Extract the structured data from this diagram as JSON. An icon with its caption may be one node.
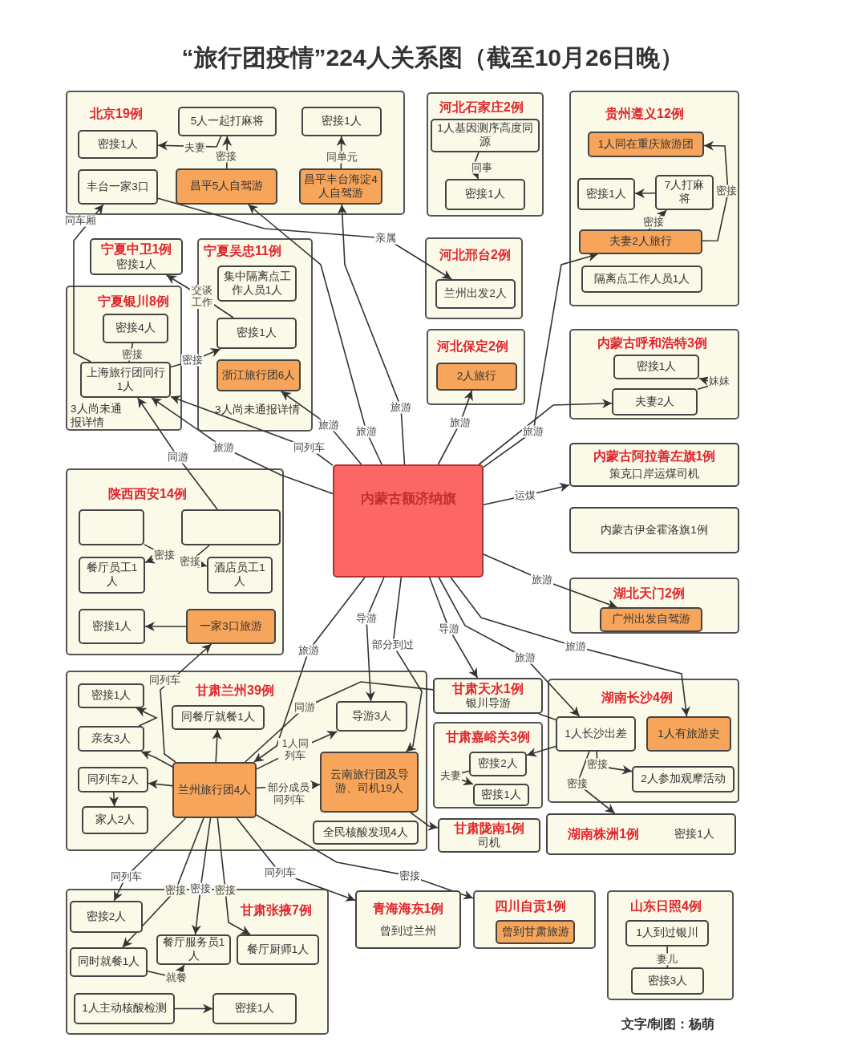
{
  "diagram": {
    "title": "“旅行团疫情”224人关系图（截至10月26日晚）",
    "nodes": [
      {
        "text": [
          "北京19例"
        ]
      },
      {
        "text": [
          "5人一起打麻将"
        ],
        "in": 0
      },
      {
        "text": [
          "密接1人"
        ],
        "in": 0
      },
      {
        "text": [
          "密接1人"
        ],
        "in": 0
      },
      {
        "text": [
          "丰台一家3口"
        ],
        "in": 0
      },
      {
        "text": [
          "昌平5人自驾游"
        ],
        "in": 0
      },
      {
        "text": [
          "昌平丰台海淀4人自驾游"
        ],
        "in": 0
      },
      {
        "text": [
          "河北石家庄2例"
        ]
      },
      {
        "text": [
          "1人基因测序高度同源"
        ],
        "in": 7
      },
      {
        "text": [
          "密接1人"
        ],
        "in": 7
      },
      {
        "text": [
          "贵州遵义12例"
        ]
      },
      {
        "text": [
          "1人同在重庆旅游团"
        ],
        "in": 10
      },
      {
        "text": [
          "密接1人"
        ],
        "in": 10
      },
      {
        "text": [
          "7人打麻将"
        ],
        "in": 10
      },
      {
        "text": [
          "夫妻2人旅行"
        ],
        "in": 10
      },
      {
        "text": [
          "隔离点工作人员1人"
        ],
        "in": 10
      },
      {
        "text": [
          "宁夏中卫1例",
          "密接1人"
        ]
      },
      {
        "text": [
          "宁夏吴忠11例",
          "3人尚未通报详情"
        ]
      },
      {
        "text": [
          "集中隔离点工作人员1人"
        ],
        "in": 17
      },
      {
        "text": [
          "密接1人"
        ],
        "in": 17
      },
      {
        "text": [
          "浙江旅行团6人"
        ],
        "in": 17
      },
      {
        "text": [
          "宁夏银川8例",
          "3人尚未通报详情"
        ]
      },
      {
        "text": [
          "密接4人"
        ],
        "in": 21
      },
      {
        "text": [
          "上海旅行团同行1人"
        ],
        "in": 21
      },
      {
        "text": [
          "河北邢台2例"
        ]
      },
      {
        "text": [
          "兰州出发2人"
        ],
        "in": 24
      },
      {
        "text": [
          "河北保定2例"
        ]
      },
      {
        "text": [
          "2人旅行"
        ],
        "in": 26
      },
      {
        "text": [
          "内蒙古呼和浩特3例"
        ]
      },
      {
        "text": [
          "密接1人"
        ],
        "in": 28
      },
      {
        "text": [
          "夫妻2人"
        ],
        "in": 28
      },
      {
        "text": [
          "内蒙古额济纳旗"
        ]
      },
      {
        "text": [
          "内蒙古阿拉善左旗1例",
          "策克口岸运煤司机"
        ]
      },
      {
        "text": [
          "内蒙古伊金霍洛旗1例"
        ]
      },
      {
        "text": [
          "陕西西安14例"
        ]
      },
      {
        "text": [],
        "shape": "box",
        "in": 34
      },
      {
        "text": [],
        "shape": "box",
        "in": 34
      },
      {
        "text": [
          "餐厅员工1人"
        ],
        "in": 34
      },
      {
        "text": [
          "酒店员工1人"
        ],
        "in": 34
      },
      {
        "text": [
          "密接1人"
        ],
        "in": 34
      },
      {
        "text": [
          "一家3口旅游"
        ],
        "in": 34
      },
      {
        "text": [
          "湖北天门2例"
        ]
      },
      {
        "text": [
          "广州出发自驾游"
        ],
        "in": 41
      },
      {
        "text": [
          "甘肃兰州39例"
        ]
      },
      {
        "text": [
          "密接1人"
        ],
        "in": 43
      },
      {
        "text": [
          "同餐厅就餐1人"
        ],
        "in": 43
      },
      {
        "text": [
          "亲友3人"
        ],
        "in": 43
      },
      {
        "text": [
          "导游3人"
        ],
        "in": 43
      },
      {
        "text": [
          "同列车2人"
        ],
        "in": 43
      },
      {
        "text": [
          "兰州旅行团4人"
        ],
        "in": 43
      },
      {
        "text": [
          "云南旅行团及导游、司机19人"
        ],
        "in": 43
      },
      {
        "text": [
          "家人2人"
        ],
        "in": 43
      },
      {
        "text": [
          "全民核酸发现4人"
        ],
        "in": 43
      },
      {
        "text": [
          "甘肃天水1例",
          "银川导游"
        ]
      },
      {
        "text": [
          "甘肃嘉峪关3例"
        ]
      },
      {
        "text": [
          "密接2人"
        ],
        "in": 54
      },
      {
        "text": [
          "密接1人"
        ],
        "in": 54
      },
      {
        "text": [
          "湖南长沙4例"
        ]
      },
      {
        "text": [
          "1人长沙出差"
        ],
        "in": 57
      },
      {
        "text": [
          "1人有旅游史"
        ],
        "in": 57
      },
      {
        "text": [
          "2人参加观摩活动"
        ],
        "in": 57
      },
      {
        "text": [
          "甘肃陇南1例",
          "司机"
        ]
      },
      {
        "text": [
          "湖南株洲1例",
          "密接1人"
        ]
      },
      {
        "text": [
          "甘肃张掖7例"
        ]
      },
      {
        "text": [
          "密接2人"
        ],
        "in": 63
      },
      {
        "text": [
          "同时就餐1人"
        ],
        "in": 63
      },
      {
        "text": [
          "餐厅服务员1人"
        ],
        "in": 63
      },
      {
        "text": [
          "餐厅厨师1人"
        ],
        "in": 63
      },
      {
        "text": [
          "1人主动核酸检测"
        ],
        "in": 63
      },
      {
        "text": [
          "密接1人"
        ],
        "in": 63
      },
      {
        "text": [
          "青海海东1例",
          "曾到过兰州"
        ]
      },
      {
        "text": [
          "四川自贡1例"
        ]
      },
      {
        "text": [
          "曾到甘肃旅游"
        ],
        "in": 71
      },
      {
        "text": [
          "山东日照4例"
        ]
      },
      {
        "text": [
          "1人到过银川"
        ],
        "in": 73
      },
      {
        "text": [
          "密接3人"
        ],
        "in": 73
      }
    ],
    "edges": [
      {
        "from": 5,
        "to": 1,
        "arrow": "to",
        "label": "密接"
      },
      {
        "from": 1,
        "to": 2,
        "arrow": "to",
        "label": "夫妻"
      },
      {
        "from": 6,
        "to": 3,
        "arrow": "to",
        "label": "同单元"
      },
      {
        "from": 8,
        "to": 9,
        "arrow": "to",
        "label": "同事"
      },
      {
        "from": 14,
        "to": 11,
        "arrow": "to",
        "label": "密接"
      },
      {
        "from": 14,
        "to": 13,
        "arrow": "to",
        "label": "密接"
      },
      {
        "from": 13,
        "to": 12,
        "arrow": "to"
      },
      {
        "from": 19,
        "to": 16,
        "arrow": "to",
        "label": "交谈工作"
      },
      {
        "from": 23,
        "to": 19,
        "arrow": "to",
        "label": "密接"
      },
      {
        "from": 22,
        "to": 23,
        "arrow": "none",
        "label": "密接"
      },
      {
        "from": 23,
        "to": 4,
        "arrow": "to",
        "label": "同车厢"
      },
      {
        "from": 4,
        "to": 25,
        "arrow": "to",
        "label": "亲属"
      },
      {
        "from": 30,
        "to": 29,
        "arrow": "to",
        "label": "妹妹"
      },
      {
        "from": 31,
        "to": 5,
        "arrow": "to",
        "label": "旅游"
      },
      {
        "from": 31,
        "to": 6,
        "arrow": "to",
        "label": "旅游"
      },
      {
        "from": 31,
        "to": 20,
        "arrow": "to",
        "label": "旅游"
      },
      {
        "from": 31,
        "to": 23,
        "arrow": "to",
        "label": "旅游"
      },
      {
        "from": 31,
        "to": 23,
        "arrow": "to",
        "label": "同列车"
      },
      {
        "from": 36,
        "to": 23,
        "arrow": "to",
        "label": "同游"
      },
      {
        "from": 31,
        "to": 27,
        "arrow": "to",
        "label": "旅游"
      },
      {
        "from": 31,
        "to": 14,
        "arrow": "to",
        "label": "旅游"
      },
      {
        "from": 31,
        "to": 30,
        "arrow": "to"
      },
      {
        "from": 31,
        "to": 32,
        "arrow": "to",
        "label": "运煤"
      },
      {
        "from": 35,
        "to": 37,
        "arrow": "to",
        "label": "密接"
      },
      {
        "from": 36,
        "to": 38,
        "arrow": "to",
        "label": "密接"
      },
      {
        "from": 40,
        "to": 39,
        "arrow": "to"
      },
      {
        "from": 31,
        "to": 42,
        "arrow": "to",
        "label": "旅游"
      },
      {
        "from": 31,
        "to": 59,
        "arrow": "to",
        "label": "旅游"
      },
      {
        "from": 31,
        "to": 58,
        "arrow": "to",
        "label": "旅游"
      },
      {
        "from": 31,
        "to": 53,
        "arrow": "to",
        "label": "导游"
      },
      {
        "from": 31,
        "to": 50,
        "arrow": "to",
        "label": "部分到过"
      },
      {
        "from": 31,
        "to": 47,
        "arrow": "to",
        "label": "导游"
      },
      {
        "from": 31,
        "to": 49,
        "arrow": "to",
        "label": "旅游"
      },
      {
        "from": 49,
        "to": 40,
        "arrow": "to",
        "label": "同列车"
      },
      {
        "from": 46,
        "to": 44,
        "arrow": "to"
      },
      {
        "from": 49,
        "to": 46,
        "arrow": "to"
      },
      {
        "from": 49,
        "to": 48,
        "arrow": "to"
      },
      {
        "from": 48,
        "to": 51,
        "arrow": "to"
      },
      {
        "from": 49,
        "to": 45,
        "arrow": "to"
      },
      {
        "from": 49,
        "to": 47,
        "arrow": "to",
        "label": "1人同列车"
      },
      {
        "from": 49,
        "to": 50,
        "arrow": "to",
        "label": "部分成员同列车"
      },
      {
        "from": 53,
        "to": 49,
        "arrow": "none",
        "label": "同游"
      },
      {
        "from": 50,
        "to": 61,
        "arrow": "to"
      },
      {
        "from": 53,
        "to": 58,
        "arrow": "none"
      },
      {
        "from": 58,
        "to": 55,
        "arrow": "to"
      },
      {
        "from": 55,
        "to": 56,
        "arrow": "to",
        "label": "夫妻"
      },
      {
        "from": 58,
        "to": 60,
        "arrow": "to",
        "label": "密接"
      },
      {
        "from": 58,
        "to": 62,
        "arrow": "to",
        "label": "密接"
      },
      {
        "from": 49,
        "to": 64,
        "arrow": "to",
        "label": "同列车"
      },
      {
        "from": 49,
        "to": 65,
        "arrow": "to",
        "label": "密接"
      },
      {
        "from": 49,
        "to": 66,
        "arrow": "to",
        "label": "密接"
      },
      {
        "from": 49,
        "to": 67,
        "arrow": "to",
        "label": "密接"
      },
      {
        "from": 65,
        "to": 66,
        "arrow": "to",
        "label": "就餐"
      },
      {
        "from": 68,
        "to": 69,
        "arrow": "to"
      },
      {
        "from": 49,
        "to": 70,
        "arrow": "to",
        "label": "同列车"
      },
      {
        "from": 49,
        "to": 71,
        "arrow": "to",
        "label": "密接"
      },
      {
        "from": 74,
        "to": 75,
        "arrow": "to",
        "label": "妻儿"
      }
    ],
    "labels": [
      "文字/制图：杨萌"
    ]
  }
}
